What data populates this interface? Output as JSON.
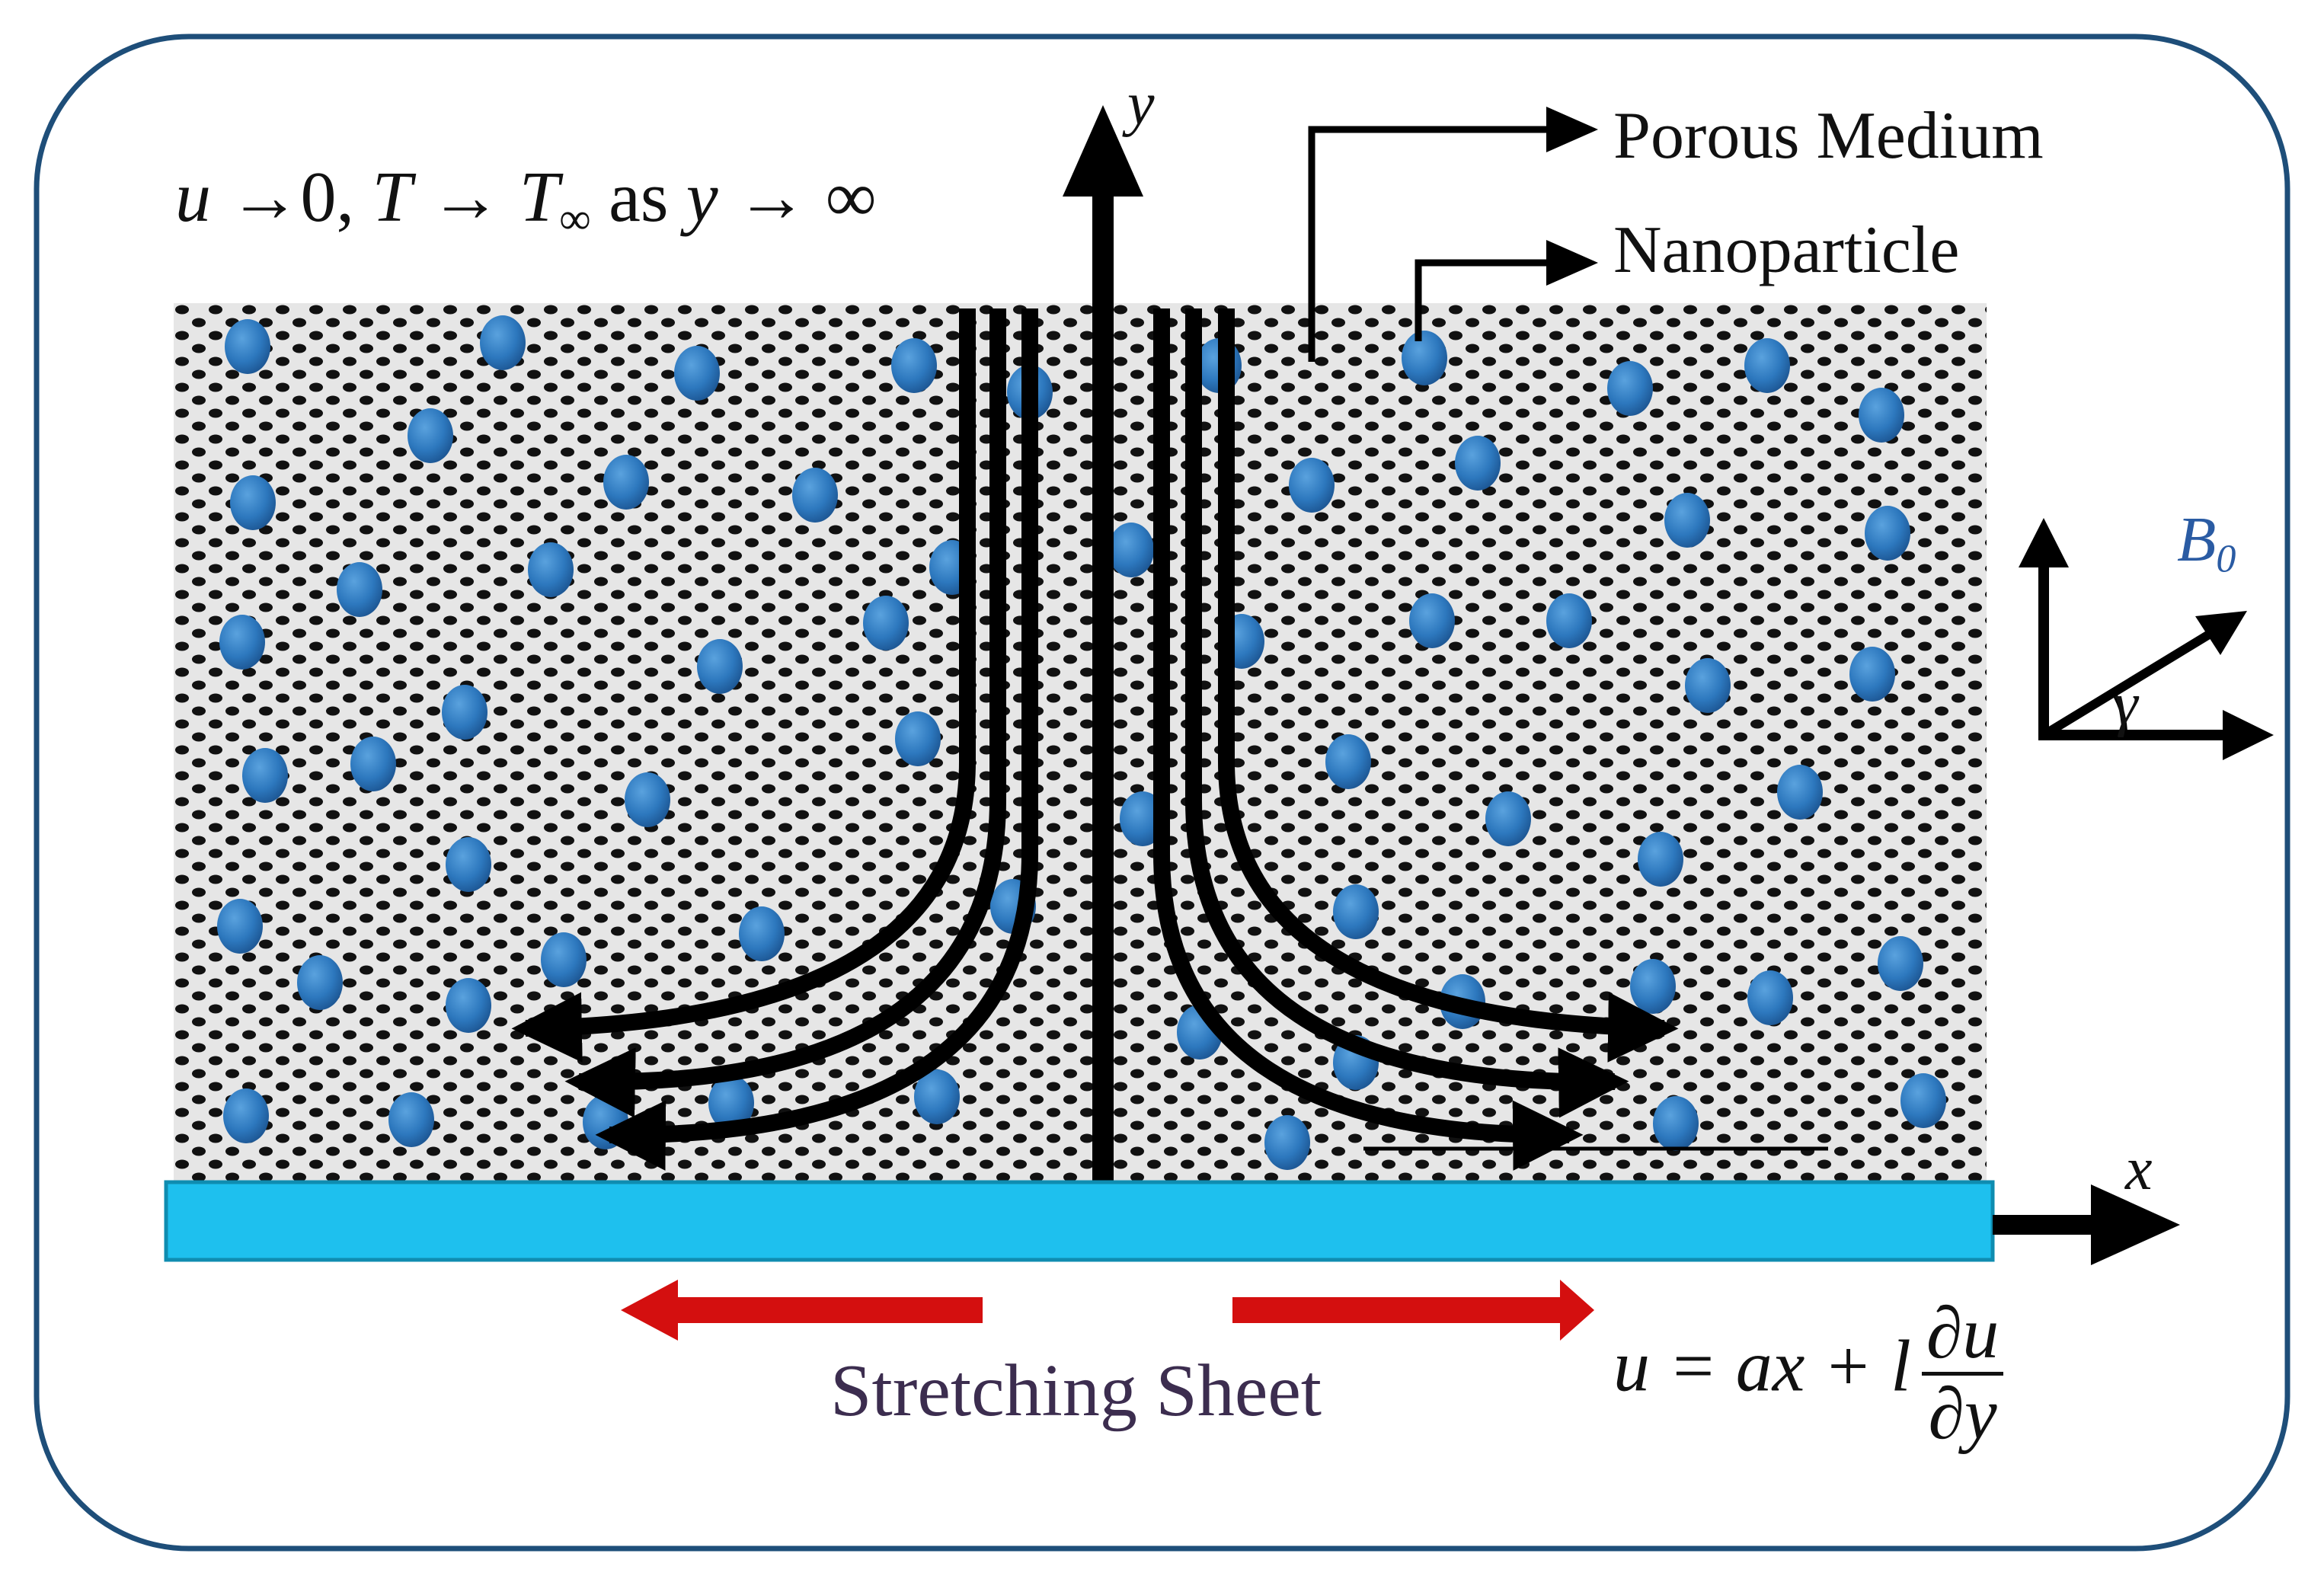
{
  "labels": {
    "far_field": {
      "u": "u",
      "to_zero": "→0,",
      "T": "T",
      "arrow": "→",
      "T_inf": "T",
      "inf_sub": "∞",
      "as": "as",
      "y": "y",
      "to_inf": "→ ∞"
    },
    "porous_medium": "Porous Medium",
    "nanoparticle": "Nanoparticle",
    "y_axis": "y",
    "x_axis": "x",
    "magnetic_field": {
      "B": "B",
      "sub": "0"
    },
    "angle": "γ",
    "stretching_sheet": "Stretching Sheet",
    "boundary_condition": {
      "lhs": "u = ax + l",
      "numerator": "∂u",
      "denominator": "∂y"
    }
  },
  "colors": {
    "frame_border": "#1e4e79",
    "sheet": "#1ec0ee",
    "nanoparticle": "#2d78be",
    "stretch_arrows": "#d40f0f",
    "streamlines": "#000000",
    "pore": "#111111",
    "label_b0": "#2a5ba3",
    "label_stretching": "#3c2d4f"
  },
  "icons": {
    "streamline": "curved-arrow-icon",
    "stretch_left": "arrow-left-icon",
    "stretch_right": "arrow-right-icon",
    "field_axes": "axes-icon"
  }
}
